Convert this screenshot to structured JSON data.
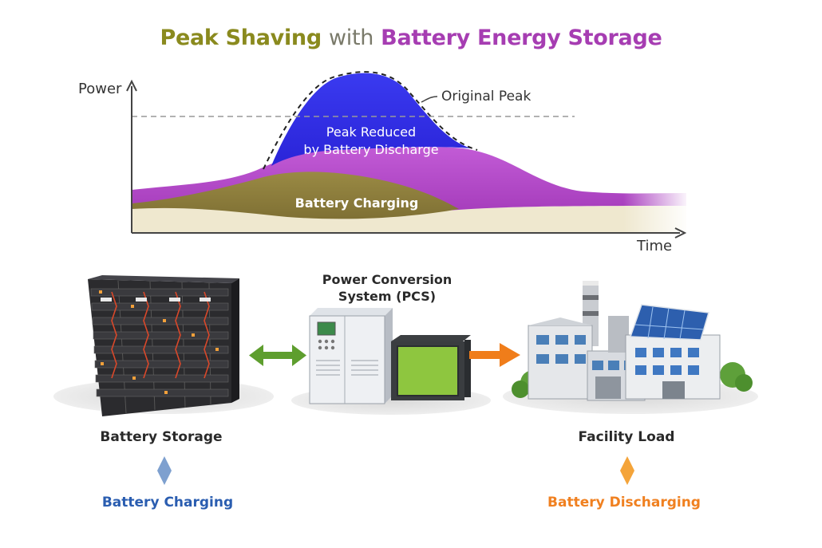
{
  "title": {
    "part1": "Peak Shaving",
    "part2": "with",
    "part3": "Battery Energy Storage"
  },
  "chart": {
    "y_axis_label": "Power",
    "x_axis_label": "Time",
    "original_peak_label": "Original Peak",
    "peak_reduced_line1": "Peak Reduced",
    "peak_reduced_line2": "by Battery Discharge",
    "battery_charging_label": "Battery Charging"
  },
  "components": {
    "battery_storage": "Battery Storage",
    "pcs_line1": "Power Conversion",
    "pcs_line2": "System (PCS)",
    "facility_load": "Facility Load"
  },
  "legend": {
    "charging": "Battery Charging",
    "discharging": "Battery Discharging"
  },
  "colors": {
    "blue_peak": "#2f2fe6",
    "purple_load": "#b23fc4",
    "olive_charge": "#8e7e3a",
    "cream_base": "#efe8cf",
    "charging_blue": "#2a5db0",
    "discharging_orange": "#f08020",
    "bidirectional_arrow": "#5e9e2e"
  }
}
